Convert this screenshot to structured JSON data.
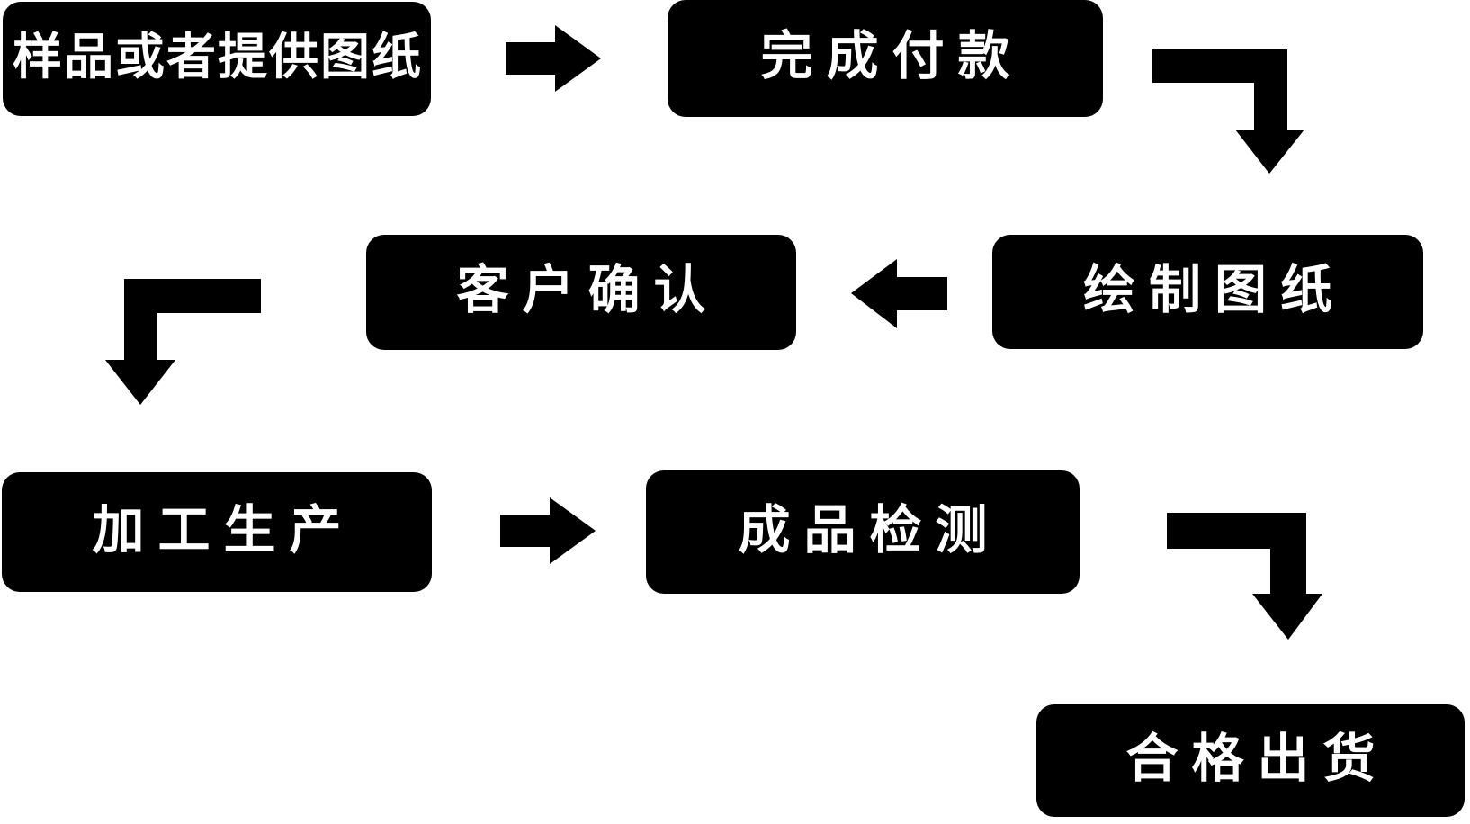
{
  "diagram": {
    "type": "flowchart",
    "colors": {
      "background": "#ffffff",
      "node_fill": "#000000",
      "node_text": "#ffffff",
      "arrow": "#000000"
    },
    "nodes": [
      {
        "id": "sample",
        "label": "样品或者提供图纸"
      },
      {
        "id": "payment",
        "label": "完成付款"
      },
      {
        "id": "drawing",
        "label": "绘制图纸"
      },
      {
        "id": "confirm",
        "label": "客户确认"
      },
      {
        "id": "production",
        "label": "加工生产"
      },
      {
        "id": "inspection",
        "label": "成品检测"
      },
      {
        "id": "shipment",
        "label": "合格出货"
      }
    ],
    "connections": [
      {
        "from": "sample",
        "to": "payment",
        "shape": "right-arrow"
      },
      {
        "from": "payment",
        "to": "drawing",
        "shape": "elbow-down-arrow"
      },
      {
        "from": "drawing",
        "to": "confirm",
        "shape": "left-arrow"
      },
      {
        "from": "confirm",
        "to": "production",
        "shape": "elbow-down-arrow"
      },
      {
        "from": "production",
        "to": "inspection",
        "shape": "right-arrow"
      },
      {
        "from": "inspection",
        "to": "shipment",
        "shape": "elbow-down-arrow"
      }
    ]
  }
}
